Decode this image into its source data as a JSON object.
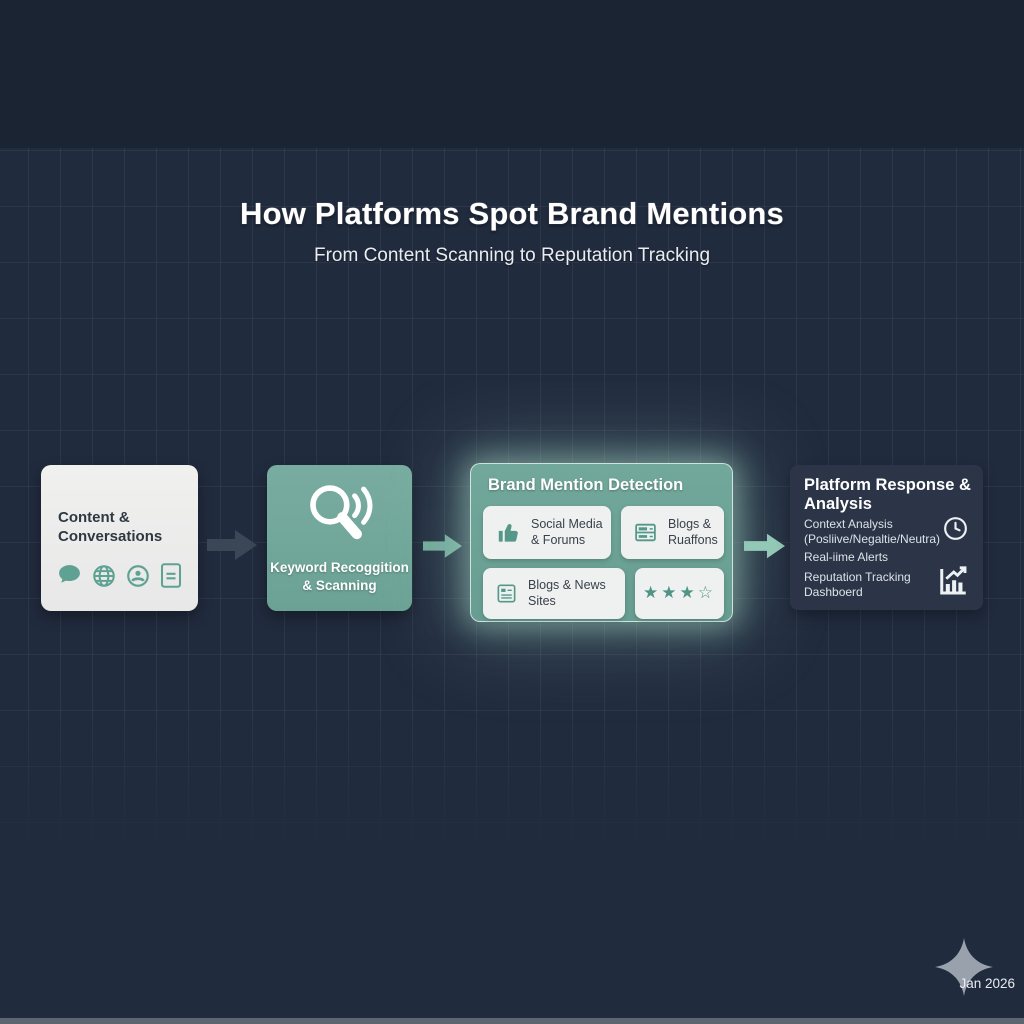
{
  "header": {
    "title": "How Platforms Spot Brand Mentions",
    "subtitle": "From Content Scanning to Reputation Tracking"
  },
  "flow": {
    "step1": {
      "title": "Content &\nConversations",
      "icons": [
        "chat-bubble-icon",
        "globe-icon",
        "user-circle-icon",
        "document-icon"
      ]
    },
    "step2": {
      "title": "Keyword Recoggition\n& Scanning",
      "icon": "search-signal-icon"
    },
    "step3": {
      "title": "Brand Mention Detection",
      "cards": [
        {
          "label": "Social Media\n& Forums",
          "icon": "thumbs-up-icon"
        },
        {
          "label": "Blogs &\nRuaffons",
          "icon": "browser-window-icon"
        },
        {
          "label": "Blogs & News Sites",
          "icon": "news-image-icon"
        },
        {
          "label": "★★★☆",
          "icon": "star-rating",
          "stars_filled": 3,
          "stars_total": 4
        }
      ]
    },
    "step4": {
      "title": "Platform Response &\nAnalysis",
      "items": [
        {
          "line1": "Context Analysis",
          "line2": "(Posliive/Negaltie/Neutra)",
          "icon": "clock-icon"
        },
        {
          "line1": "Real-iime Alerts"
        },
        {
          "line1": "Reputation Tracking",
          "line2": "Dashboerd",
          "icon": "chart-growth-icon"
        }
      ]
    },
    "arrows": [
      "dark-arrow",
      "teal-arrow",
      "mint-arrow"
    ]
  },
  "footer": {
    "date": "Jan 2026",
    "icon": "sparkle-icon"
  },
  "colors": {
    "background": "#212b3e",
    "top_band": "#1b2433",
    "teal_box": "#6fa79a",
    "mint_arrow": "#93c8b7",
    "dark_arrow": "#3b4657",
    "light_card": "#eef1ef",
    "dark_panel": "#2b3547",
    "icon_teal": "#5fa294"
  }
}
